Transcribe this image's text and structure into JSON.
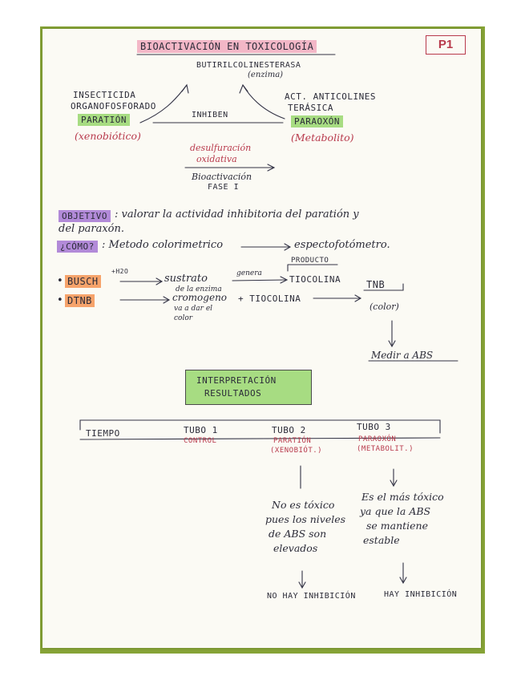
{
  "page_label": "P1",
  "title": "BIOACTIVACIÓN EN TOXICOLOGÍA",
  "enzyme": "BUTIRILCOLINESTERASA",
  "enzyme_note": "(enzima)",
  "left_group": {
    "line1": "INSECTICIDA",
    "line2": "ORGANOFOSFORADO",
    "compound": "PARATIÓN",
    "note": "(xenobiótico)"
  },
  "right_group": {
    "line1": "ACT. ANTICOLINES",
    "line2": "TERÁSICA",
    "compound": "PARAOXÓN",
    "note": "(Metabolito)"
  },
  "inhibit_label": "INHIBEN",
  "reaction": {
    "top1": "desulfuración",
    "top2": "oxidativa",
    "bottom1": "Bioactivación",
    "bottom2": "FASE I"
  },
  "objective": {
    "label": "OBJETIVO",
    "line1": ": valorar la actividad inhibitoria del paratión y",
    "line2": "del paraxón."
  },
  "how": {
    "label": "¿CÓMO?",
    "text": ": Metodo colorimetrico",
    "result": "espectofotómetro."
  },
  "reagents": {
    "busch": "BUSCH",
    "busch_sup": "+H2O",
    "sustrato": "sustrato",
    "sustrato_note": "de la enzima",
    "genera": "genera",
    "producto": "PRODUCTO",
    "tiocolina": "TIOCOLINA",
    "dtnb": "DTNB",
    "cromogeno": "cromogeno",
    "cromogeno_note1": "va a dar el",
    "cromogeno_note2": "color",
    "plus_tiocolina": "+ TIOCOLINA",
    "tnb": "TNB",
    "color": "(color)",
    "medir": "Medir a ABS"
  },
  "interpretation": {
    "line1": "INTERPRETACIÓN",
    "line2": "RESULTADOS"
  },
  "table": {
    "tiempo": "TIEMPO",
    "tubo1": "TUBO 1",
    "tubo1_sub": "CONTROL",
    "tubo2": "TUBO 2",
    "tubo2_sub1": "PARATIÓN",
    "tubo2_sub2": "(XENOBIÓT.)",
    "tubo3": "TUBO 3",
    "tubo3_sub1": "PARAOXÓN",
    "tubo3_sub2": "(METABOLIT.)"
  },
  "notes": {
    "left": [
      "No es tóxico",
      "pues los niveles",
      "de ABS son",
      "elevados"
    ],
    "right": [
      "Es el más tóxico",
      "ya que la ABS",
      "se mantiene",
      "estable"
    ]
  },
  "conclusions": {
    "left": "NO HAY INHIBICIÓN",
    "right": "HAY INHIBICIÓN"
  },
  "colors": {
    "green_highlight": "#a7dc82",
    "purple_highlight": "#b28ad8",
    "orange_highlight": "#f6a36b",
    "pink_highlight": "#f3b7c7",
    "red_ink": "#b83a4c",
    "border_green": "#86a336"
  }
}
